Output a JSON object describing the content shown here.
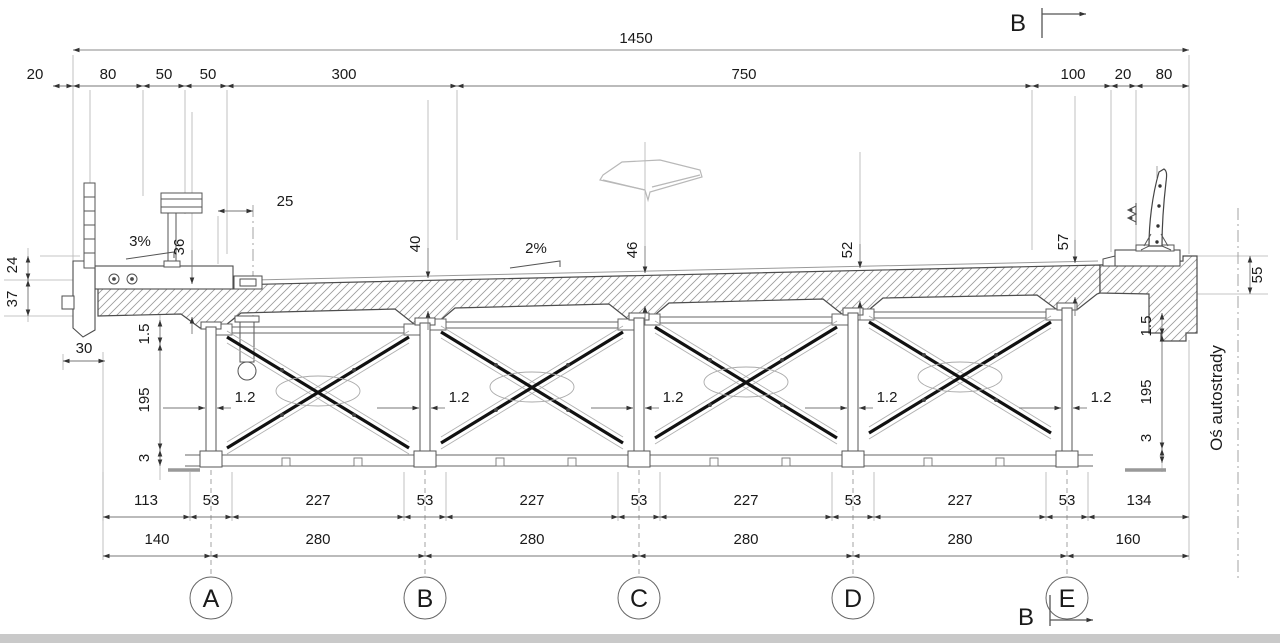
{
  "drawing": {
    "section_label": "B",
    "axis_label": "Oś autostrady",
    "slope_left": "3%",
    "slope_road": "2%",
    "dim_total": "1450",
    "top_segments": [
      "20",
      "80",
      "50",
      "50",
      "300",
      "750",
      "100",
      "20",
      "80"
    ],
    "offset_25": "25",
    "edge_24": "24",
    "edge_37": "37",
    "offset_30": "30",
    "deck_heights": [
      "36",
      "40",
      "46",
      "52",
      "57"
    ],
    "girder_top": "1.5",
    "girder_depth": "195",
    "girder_bottom": "3",
    "web_thickness": "1.2",
    "edge_55": "55",
    "row1": [
      "113",
      "53",
      "227",
      "53",
      "227",
      "53",
      "227",
      "53",
      "227",
      "53",
      "134"
    ],
    "row2": [
      "140",
      "280",
      "280",
      "280",
      "280",
      "160"
    ],
    "axes": [
      "A",
      "B",
      "C",
      "D",
      "E"
    ]
  }
}
